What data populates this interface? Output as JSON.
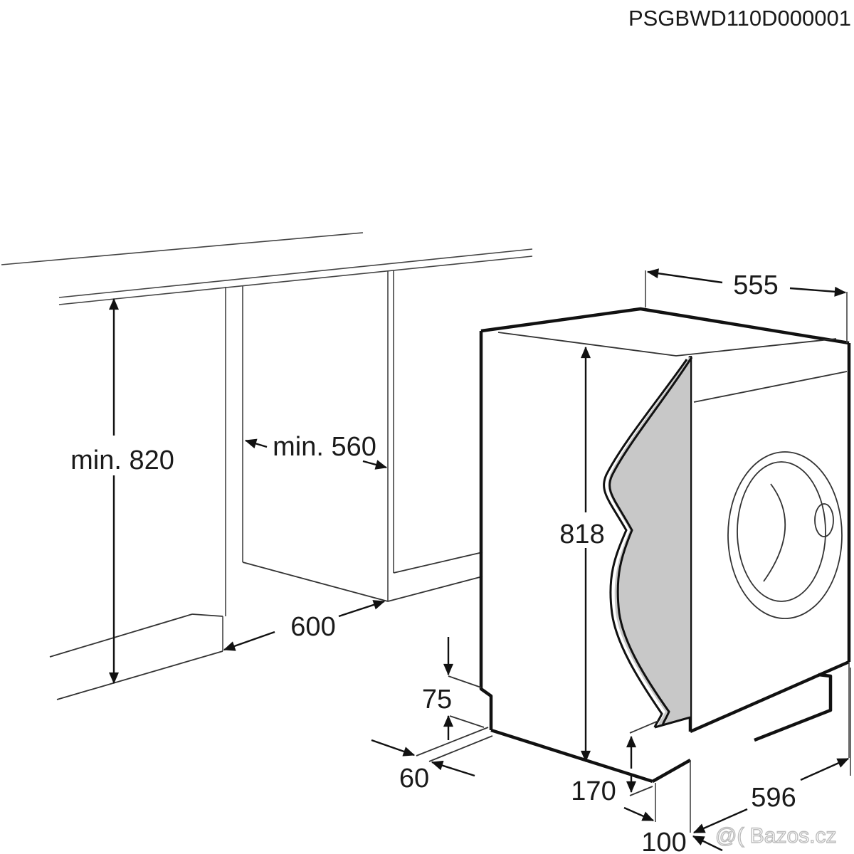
{
  "drawing": {
    "code": "PSGBWD110D000001",
    "subject": "built-in washing machine installation dimensions",
    "units": "mm"
  },
  "dimensions": {
    "niche_height": "min. 820",
    "niche_width": "min. 560",
    "niche_depth": "600",
    "appliance_width": "555",
    "appliance_height": "818",
    "appliance_depth": "596",
    "plinth_height": "75",
    "plinth_depth": "60",
    "toe_height": "170",
    "door_offset": "100"
  },
  "watermark": "@( Bazos.cz",
  "colors": {
    "line": "#111111",
    "door_fill": "#c8c8c8",
    "background": "#ffffff"
  }
}
